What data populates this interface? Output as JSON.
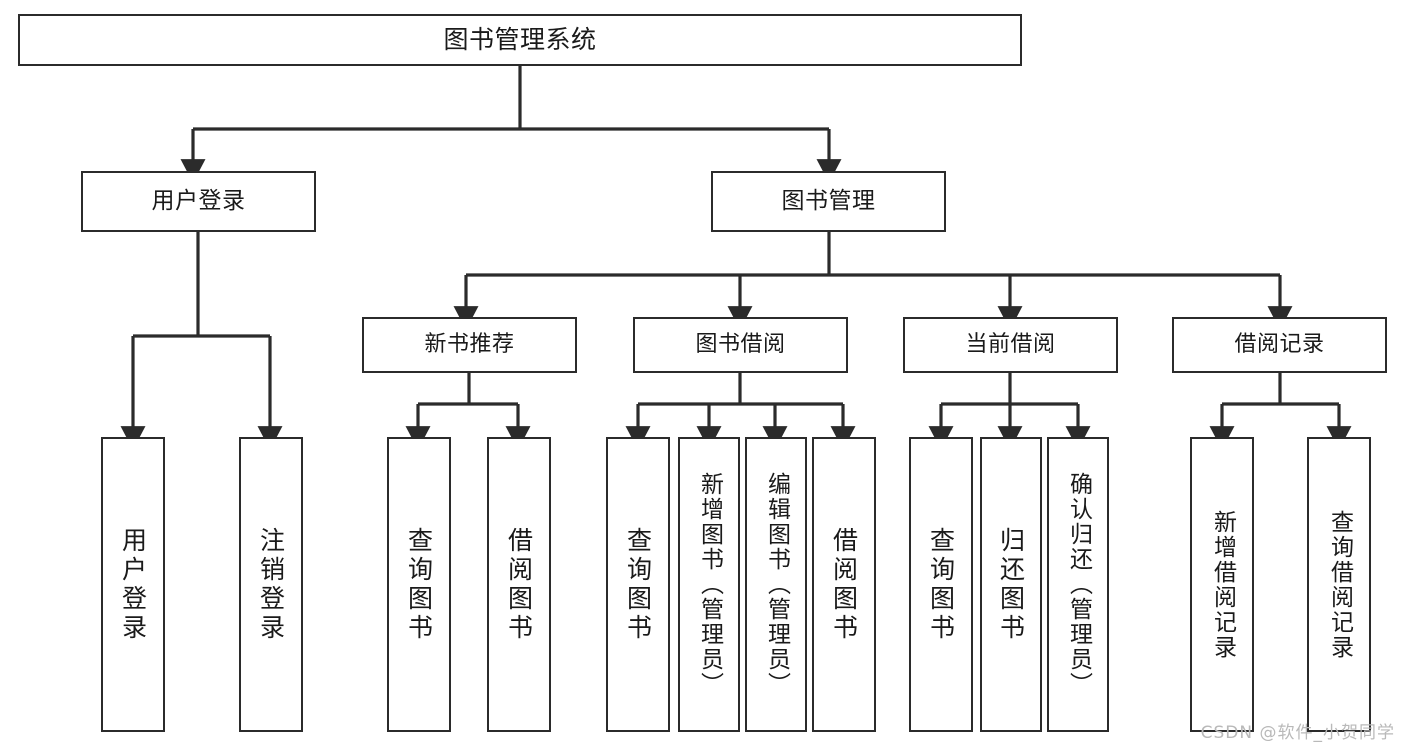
{
  "diagram": {
    "type": "tree-hierarchy",
    "title": "图书管理系统",
    "orientation": "top-down",
    "colors": {
      "box_border": "#2b2b2b",
      "box_fill": "#ffffff",
      "connector": "#2b2b2b",
      "text": "#1a1a1a",
      "watermark": "#b9b9b9",
      "background": "#ffffff"
    },
    "root": {
      "label": "图书管理系统"
    },
    "level2": [
      {
        "label": "用户登录"
      },
      {
        "label": "图书管理"
      }
    ],
    "level3": [
      {
        "label": "新书推荐"
      },
      {
        "label": "图书借阅"
      },
      {
        "label": "当前借阅"
      },
      {
        "label": "借阅记录"
      }
    ],
    "leaves": {
      "user_login": [
        {
          "label": "用户登录"
        },
        {
          "label": "注销登录"
        }
      ],
      "new_book_recommend": [
        {
          "label": "查询图书"
        },
        {
          "label": "借阅图书"
        }
      ],
      "book_borrow": [
        {
          "label": "查询图书"
        },
        {
          "label": "新增图书（管理员）"
        },
        {
          "label": "编辑图书（管理员）"
        },
        {
          "label": "借阅图书"
        }
      ],
      "current_borrow": [
        {
          "label": "查询图书"
        },
        {
          "label": "归还图书"
        },
        {
          "label": "确认归还（管理员）"
        }
      ],
      "borrow_record": [
        {
          "label": "新增借阅记录"
        },
        {
          "label": "查询借阅记录"
        }
      ]
    },
    "watermark": "CSDN @软件_小贺同学"
  }
}
